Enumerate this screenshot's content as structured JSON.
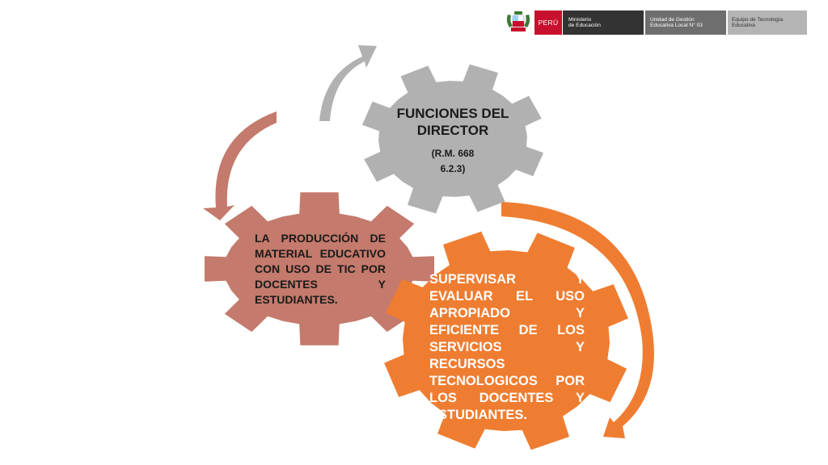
{
  "header": {
    "peru": "PERÚ",
    "ministerio_line1": "Ministerio",
    "ministerio_line2": "de Educación",
    "ugel_line1": "Unidad de Gestión",
    "ugel_line2": "Educativa Local N° 03",
    "equipo_line1": "Equipo de Tecnología",
    "equipo_line2": "Educativa"
  },
  "gears": {
    "top": {
      "title": "FUNCIONES DEL DIRECTOR",
      "subtitle_line1": "(R.M. 668",
      "subtitle_line2": "6.2.3)",
      "color": "#b1b1b1"
    },
    "left": {
      "text": "LA PRODUCCIÓN DE MATERIAL EDUCATIVO CON USO DE TIC POR DOCENTES Y ESTUDIANTES.",
      "color": "#c47a6c"
    },
    "right": {
      "text": "SUPERVISAR Y EVALUAR EL USO APROPIADO Y EFICIENTE DE LOS SERVICIOS Y RECURSOS TECNOLOGICOS POR LOS DOCENTES Y ESTUDIANTES.",
      "color": "#ef7d31"
    }
  },
  "colors": {
    "peru_red": "#c8102e",
    "arrow_gray": "#b1b1b1",
    "arrow_rose": "#c47a6c",
    "arrow_orange": "#ef7d31"
  }
}
